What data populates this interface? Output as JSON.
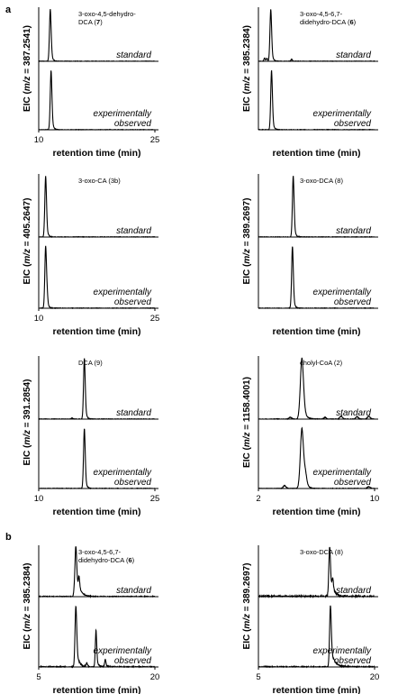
{
  "panel_labels": [
    "a",
    "b"
  ],
  "trace_labels": {
    "standard": "standard",
    "experimental_1": "experimentally",
    "experimental_2": "observed"
  },
  "chart_data": [
    {
      "type": "line",
      "panel": "a",
      "row": 0,
      "col": 0,
      "compound": [
        "3-oxo-4,5-dehydro-",
        "DCA (",
        "7",
        ")"
      ],
      "ylabel": [
        "EIC (",
        "m/z",
        " = 387.2541)"
      ],
      "xlabel": "retention time (min)",
      "xlim": [
        10,
        25
      ],
      "xticks": [
        "10",
        "25"
      ],
      "series": [
        {
          "trace": "standard",
          "peaks": [
            [
              11.5,
              1.0
            ]
          ],
          "noise": 0.01
        },
        {
          "trace": "observed",
          "peaks": [
            [
              11.6,
              1.0
            ]
          ],
          "noise": 0.01
        }
      ]
    },
    {
      "type": "line",
      "panel": "a",
      "row": 0,
      "col": 1,
      "compound": [
        "3-oxo-4,5-6,7-",
        "didehydro-DCA (",
        "6",
        ")"
      ],
      "ylabel": [
        "EIC (",
        "m/z",
        " = 385.2384)"
      ],
      "xlabel": "retention time (min)",
      "xlim": [
        10,
        25
      ],
      "xticks": [],
      "series": [
        {
          "trace": "standard",
          "peaks": [
            [
              11.6,
              1.0
            ],
            [
              10.8,
              0.06
            ],
            [
              11.1,
              0.05
            ],
            [
              14.3,
              0.04
            ]
          ],
          "noise": 0.01
        },
        {
          "trace": "observed",
          "peaks": [
            [
              11.7,
              1.0
            ]
          ],
          "noise": 0.01
        }
      ]
    },
    {
      "type": "line",
      "panel": "a",
      "row": 1,
      "col": 0,
      "compound": [
        "3-oxo-CA (",
        "3b",
        ")"
      ],
      "ylabel": [
        "EIC (",
        "m/z",
        " = 405.2647)"
      ],
      "xlabel": "retention time (min)",
      "xlim": [
        10,
        25
      ],
      "xticks": [
        "10",
        "25"
      ],
      "series": [
        {
          "trace": "standard",
          "peaks": [
            [
              10.9,
              1.0
            ]
          ],
          "noise": 0.01
        },
        {
          "trace": "observed",
          "peaks": [
            [
              10.9,
              1.0
            ],
            [
              11.1,
              0.12
            ]
          ],
          "noise": 0.01
        }
      ]
    },
    {
      "type": "line",
      "panel": "a",
      "row": 1,
      "col": 1,
      "compound": [
        "3-oxo-DCA (",
        "8",
        ")"
      ],
      "ylabel": [
        "EIC (",
        "m/z",
        " = 389.2697)"
      ],
      "xlabel": "retention time (min)",
      "xlim": [
        10,
        25
      ],
      "xticks": [],
      "series": [
        {
          "trace": "standard",
          "peaks": [
            [
              14.5,
              1.0
            ]
          ],
          "noise": 0.01
        },
        {
          "trace": "observed",
          "peaks": [
            [
              14.4,
              1.0
            ]
          ],
          "noise": 0.01
        }
      ]
    },
    {
      "type": "line",
      "panel": "a",
      "row": 2,
      "col": 0,
      "compound": [
        "DCA (",
        "9",
        ")"
      ],
      "ylabel": [
        "EIC (",
        "m/z",
        " = 391.2854)"
      ],
      "xlabel": "retention time (min)",
      "xlim": [
        10,
        25
      ],
      "xticks": [
        "10",
        "25"
      ],
      "series": [
        {
          "trace": "standard",
          "peaks": [
            [
              15.9,
              1.0
            ],
            [
              14.3,
              0.02
            ]
          ],
          "noise": 0.01
        },
        {
          "trace": "observed",
          "peaks": [
            [
              15.9,
              1.0
            ]
          ],
          "noise": 0.01
        }
      ]
    },
    {
      "type": "line",
      "panel": "a",
      "row": 2,
      "col": 1,
      "compound": [
        "cholyl-CoA (",
        "2",
        ")"
      ],
      "ylabel": [
        "EIC (",
        "m/z",
        " = 1158.4001)"
      ],
      "xlabel": "retention time (min)",
      "xlim": [
        2,
        10
      ],
      "xticks": [
        "2",
        "10"
      ],
      "series": [
        {
          "trace": "standard",
          "peaks": [
            [
              5.0,
              1.0
            ],
            [
              4.2,
              0.03
            ],
            [
              6.6,
              0.03
            ],
            [
              7.7,
              0.05
            ],
            [
              8.8,
              0.04
            ],
            [
              9.6,
              0.05
            ]
          ],
          "noise": 0.01
        },
        {
          "trace": "observed",
          "peaks": [
            [
              5.0,
              1.0
            ],
            [
              5.25,
              0.18
            ],
            [
              3.8,
              0.05
            ],
            [
              9.6,
              0.03
            ]
          ],
          "noise": 0.01
        }
      ]
    },
    {
      "type": "line",
      "panel": "b",
      "row": 0,
      "col": 0,
      "compound": [
        "3-oxo-4,5-6,7-",
        "didehydro-DCA (",
        "6",
        ")"
      ],
      "ylabel": [
        "EIC (",
        "m/z",
        " = 385.2384)"
      ],
      "xlabel": "retention time (min)",
      "xlim": [
        5,
        20
      ],
      "xticks": [
        "5",
        "20"
      ],
      "series": [
        {
          "trace": "standard",
          "peaks": [
            [
              9.8,
              1.0
            ],
            [
              10.2,
              0.28
            ],
            [
              9.6,
              0.12
            ]
          ],
          "tail": 0.5,
          "noise": 0.02
        },
        {
          "trace": "observed",
          "peaks": [
            [
              9.8,
              1.0
            ],
            [
              12.4,
              0.6
            ],
            [
              13.6,
              0.12
            ],
            [
              11.2,
              0.06
            ]
          ],
          "tail": 0.35,
          "noise": 0.02
        }
      ]
    },
    {
      "type": "line",
      "panel": "b",
      "row": 0,
      "col": 1,
      "compound": [
        "3-oxo-DCA (",
        "8",
        ")"
      ],
      "ylabel": [
        "EIC (",
        "m/z",
        " = 389.2697)"
      ],
      "xlabel": "retention time (min)",
      "xlim": [
        5,
        20
      ],
      "xticks": [
        "5",
        "20"
      ],
      "series": [
        {
          "trace": "standard",
          "peaks": [
            [
              14.2,
              1.0
            ],
            [
              14.6,
              0.25
            ]
          ],
          "tail": 0.45,
          "noise": 0.05
        },
        {
          "trace": "observed",
          "peaks": [
            [
              14.3,
              1.0
            ]
          ],
          "tail": 0.5,
          "noise": 0.02
        }
      ]
    }
  ]
}
